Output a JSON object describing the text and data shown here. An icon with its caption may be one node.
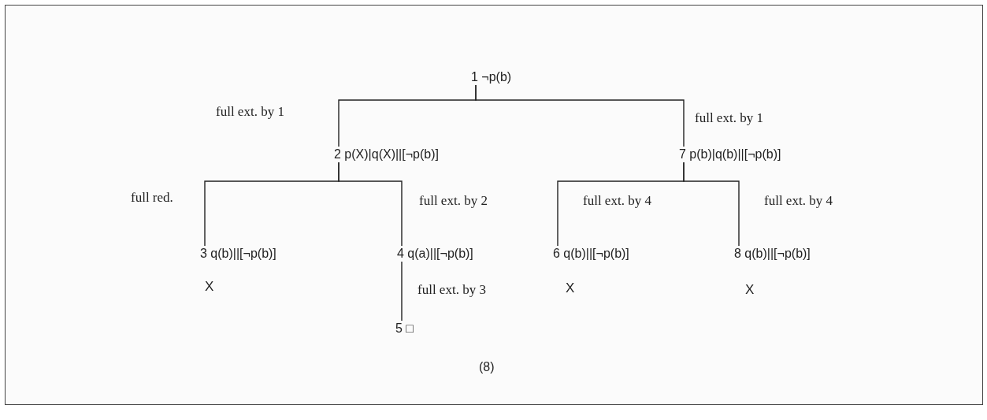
{
  "diagram": {
    "caption": "(8)",
    "nodes": [
      {
        "text": [
          "1 ¬p(b)"
        ]
      },
      {
        "text": [
          "2 p(X)|q(X)||[¬p(b)]"
        ]
      },
      {
        "text": [
          "7 p(b)|q(b)||[¬p(b)]"
        ]
      },
      {
        "text": [
          "3 q(b)||[¬p(b)]"
        ],
        "beside": [
          "X"
        ]
      },
      {
        "text": [
          "4 q(a)||[¬p(b)]"
        ]
      },
      {
        "text": [
          "6 q(b)||[¬p(b)]"
        ],
        "beside": [
          "X"
        ]
      },
      {
        "text": [
          "8 q(b)||[¬p(b)]"
        ],
        "beside": [
          "X"
        ]
      },
      {
        "text": [
          "5 □"
        ]
      }
    ],
    "edges": [
      {
        "from": 0,
        "to": 1,
        "arrow": "none",
        "label": "full ext. by 1"
      },
      {
        "from": 0,
        "to": 2,
        "arrow": "none",
        "label": "full ext. by 1"
      },
      {
        "from": 1,
        "to": 3,
        "arrow": "none",
        "label": "full red."
      },
      {
        "from": 1,
        "to": 4,
        "arrow": "none",
        "label": "full ext. by 2"
      },
      {
        "from": 2,
        "to": 5,
        "arrow": "none",
        "label": "full ext. by 4"
      },
      {
        "from": 2,
        "to": 6,
        "arrow": "none",
        "label": "full ext. by 4"
      },
      {
        "from": 4,
        "to": 7,
        "arrow": "none",
        "label": "full ext. by 3"
      }
    ]
  }
}
